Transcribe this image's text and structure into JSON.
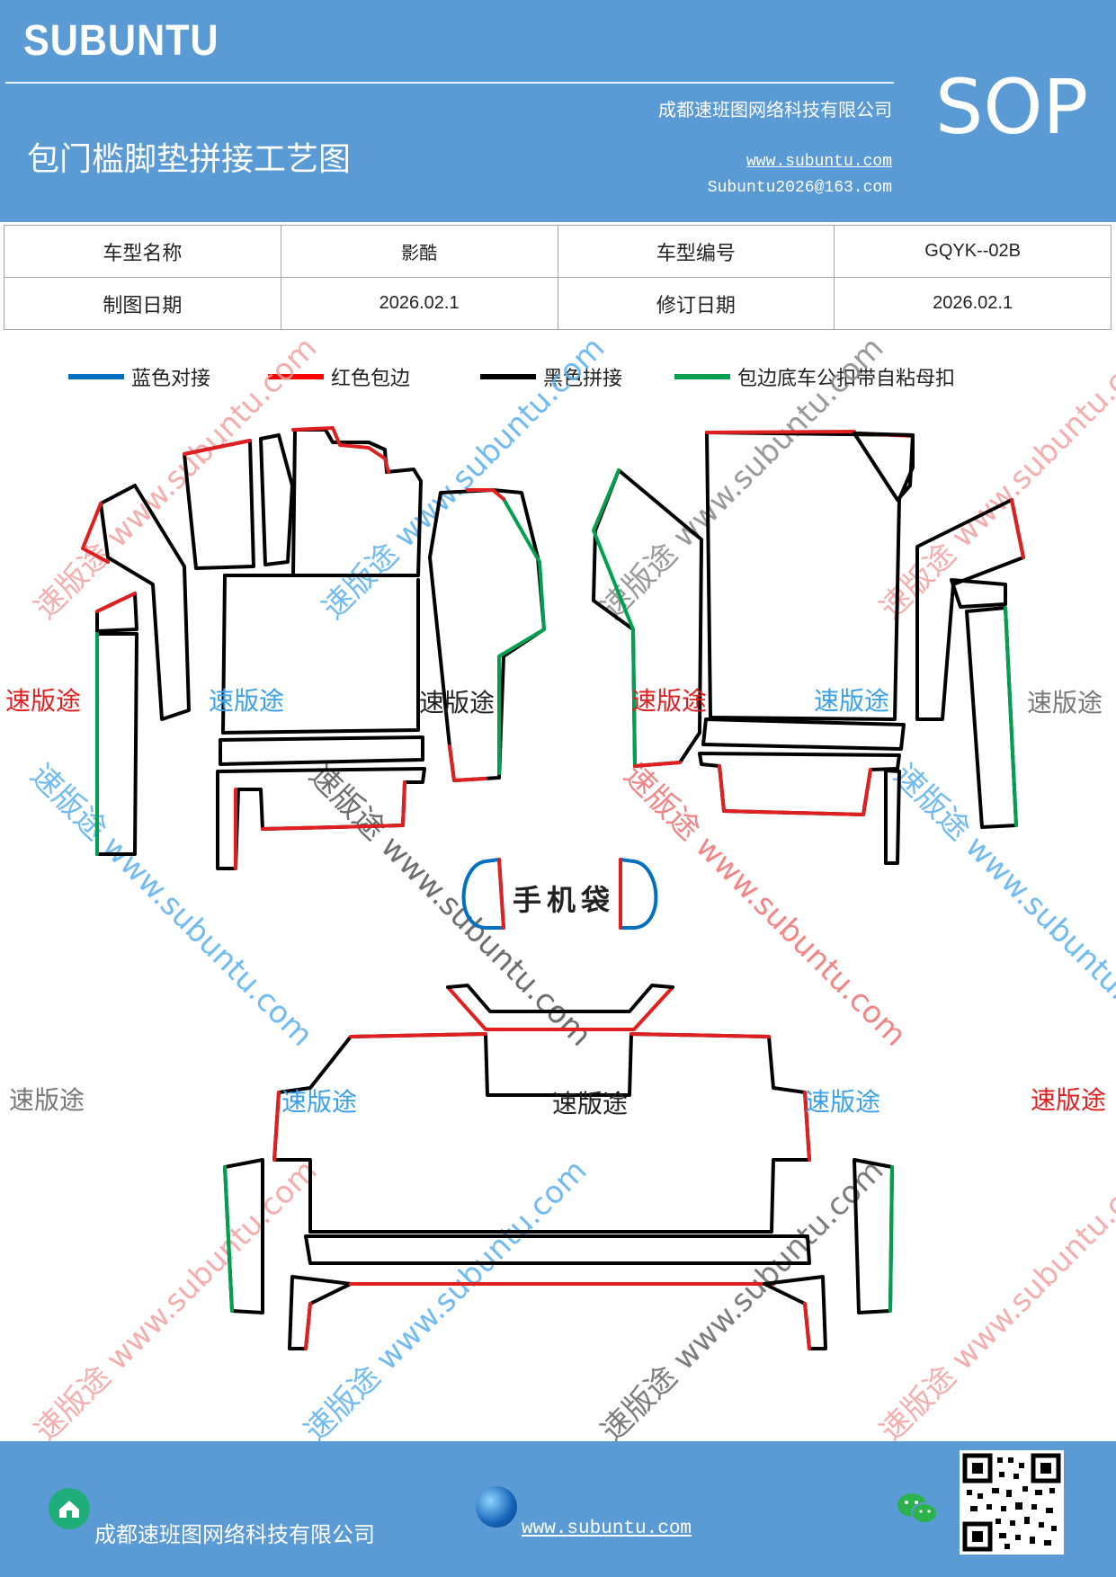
{
  "header": {
    "brand": "SUBUNTU",
    "badge": "SOP",
    "title": "包门槛脚垫拼接工艺图",
    "company": "成都速班图网络科技有限公司",
    "website": "www.subuntu.com",
    "email": "Subuntu2026@163.com",
    "background_color": "#5b9bd5"
  },
  "info_table": {
    "rows": [
      [
        "车型名称",
        "影酷",
        "车型编号",
        "GQYK--02B"
      ],
      [
        "制图日期",
        "2026.02.1",
        "修订日期",
        "2026.02.1"
      ]
    ]
  },
  "legend": [
    {
      "label": "蓝色对接",
      "color": "#0070c0"
    },
    {
      "label": "红色包边",
      "color": "#ff0000"
    },
    {
      "label": "黑色拼接",
      "color": "#000000"
    },
    {
      "label": "包边底车公扣带自粘母扣",
      "color": "#00a050"
    }
  ],
  "watermarks": {
    "brand": "速版途",
    "diagonal": "速版途 www.subuntu.com"
  },
  "phone_pocket_label": "手机袋",
  "footer": {
    "company": "成都速班图网络科技有限公司",
    "website": "www.subuntu.com",
    "icons": [
      "house-icon",
      "globe-icon",
      "wechat-icon",
      "qr-code"
    ]
  }
}
